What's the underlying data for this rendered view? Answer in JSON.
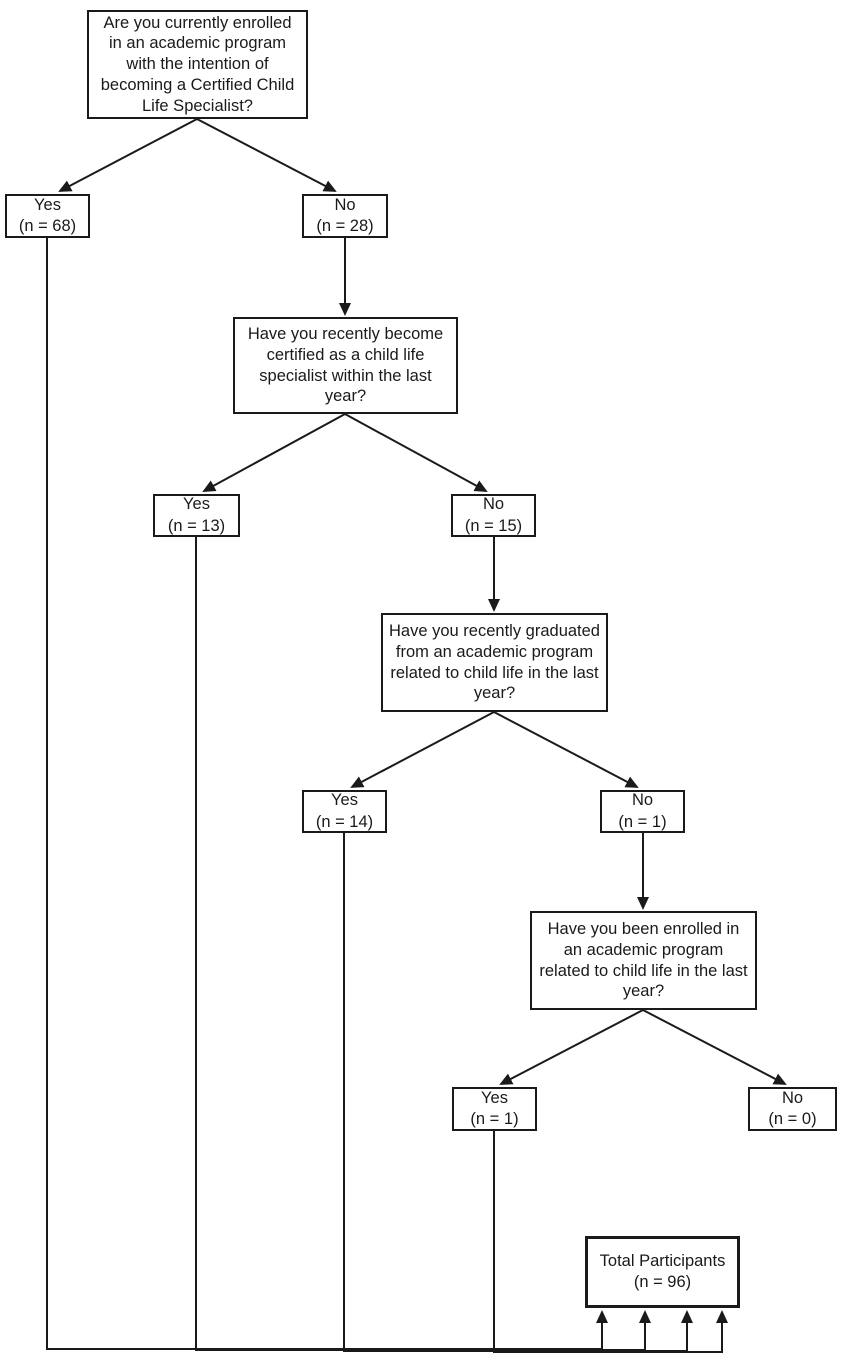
{
  "flowchart": {
    "q1": {
      "text": "Are you currently enrolled in an academic program with the intention of becoming a Certified Child Life Specialist?",
      "yes": {
        "label": "Yes",
        "count": "(n = 68)",
        "n": 68
      },
      "no": {
        "label": "No",
        "count": "(n = 28)",
        "n": 28
      }
    },
    "q2": {
      "text": "Have you recently become certified as a child life specialist within the last year?",
      "yes": {
        "label": "Yes",
        "count": "(n = 13)",
        "n": 13
      },
      "no": {
        "label": "No",
        "count": "(n = 15)",
        "n": 15
      }
    },
    "q3": {
      "text": "Have you recently graduated from an academic program related to child life in the last year?",
      "yes": {
        "label": "Yes",
        "count": "(n = 14)",
        "n": 14
      },
      "no": {
        "label": "No",
        "count": "(n = 1)",
        "n": 1
      }
    },
    "q4": {
      "text": "Have you been enrolled in an academic program related to child life in the last year?",
      "yes": {
        "label": "Yes",
        "count": "(n = 1)",
        "n": 1
      },
      "no": {
        "label": "No",
        "count": "(n = 0)",
        "n": 0
      }
    },
    "total": {
      "label": "Total Participants",
      "count": "(n = 96)",
      "n": 96
    }
  },
  "colors": {
    "line": "#1a1a1a",
    "box_background": "#ffffff",
    "page_background": "#ffffff"
  }
}
